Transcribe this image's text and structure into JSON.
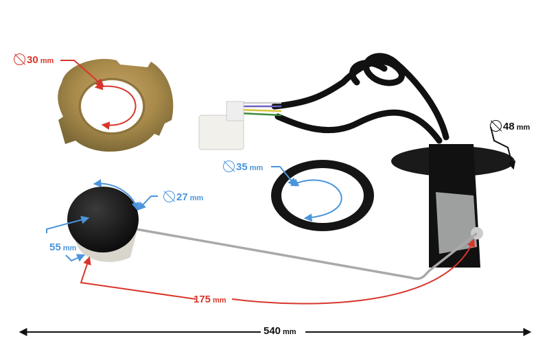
{
  "colors": {
    "red": "#d8352a",
    "blue": "#4a95dc",
    "black": "#111111"
  },
  "dimensions": [
    {
      "id": "ring-inner",
      "value": "30",
      "unit": "mm",
      "diameter": true,
      "color": "red"
    },
    {
      "id": "float-diameter",
      "value": "27",
      "unit": "mm",
      "diameter": true,
      "color": "blue"
    },
    {
      "id": "float-length",
      "value": "55",
      "unit": "mm",
      "diameter": false,
      "color": "blue"
    },
    {
      "id": "gasket",
      "value": "35",
      "unit": "mm",
      "diameter": true,
      "color": "blue"
    },
    {
      "id": "flange",
      "value": "48",
      "unit": "mm",
      "diameter": true,
      "color": "black"
    },
    {
      "id": "arm-length",
      "value": "175",
      "unit": "mm",
      "diameter": false,
      "color": "red"
    },
    {
      "id": "total-length",
      "value": "540",
      "unit": "mm",
      "diameter": false,
      "color": "black"
    }
  ]
}
